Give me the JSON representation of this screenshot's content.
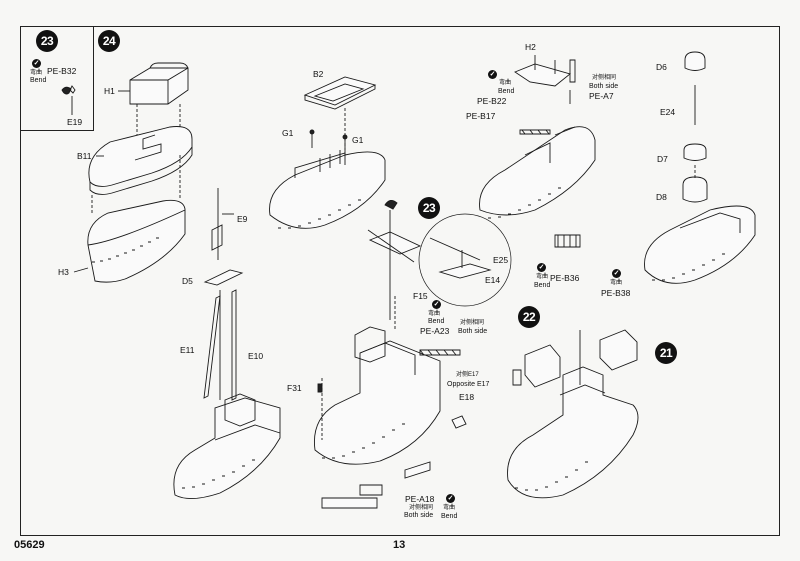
{
  "steps": {
    "s23": "23",
    "s24": "24",
    "s23b": "23",
    "s22": "22",
    "s21": "21"
  },
  "step23_inset": {
    "bend_cn": "弯曲",
    "bend_en": "Bend",
    "pe": "PE-B32",
    "part": "E19"
  },
  "step24": {
    "labels": {
      "h1": "H1",
      "b11": "B11",
      "h3": "H3",
      "b2": "B2",
      "g1a": "G1",
      "g1b": "G1",
      "e9": "E9",
      "d5": "D5",
      "e11": "E11",
      "e10": "E10",
      "f31": "F31",
      "f15": "F15",
      "e25": "E25",
      "e14": "E14",
      "e18": "E18",
      "pe_a18": "PE-A18",
      "pe_a23": "PE-A23",
      "h2": "H2",
      "pe_b22": "PE-B22",
      "pe_a7": "PE-A7",
      "pe_b17": "PE-B17",
      "d6": "D6",
      "e24": "E24",
      "d7": "D7",
      "d8": "D8",
      "pe_b36": "PE-B36",
      "pe_b38": "PE-B38"
    },
    "notes": {
      "bend_cn": "弯曲",
      "bend_en": "Bend",
      "both_cn": "对侧相同",
      "both_en": "Both side",
      "opp_cn": "对侧E17",
      "opp_en": "Opposite E17"
    }
  },
  "footer": {
    "kit_number": "05629",
    "page_number": "13"
  }
}
